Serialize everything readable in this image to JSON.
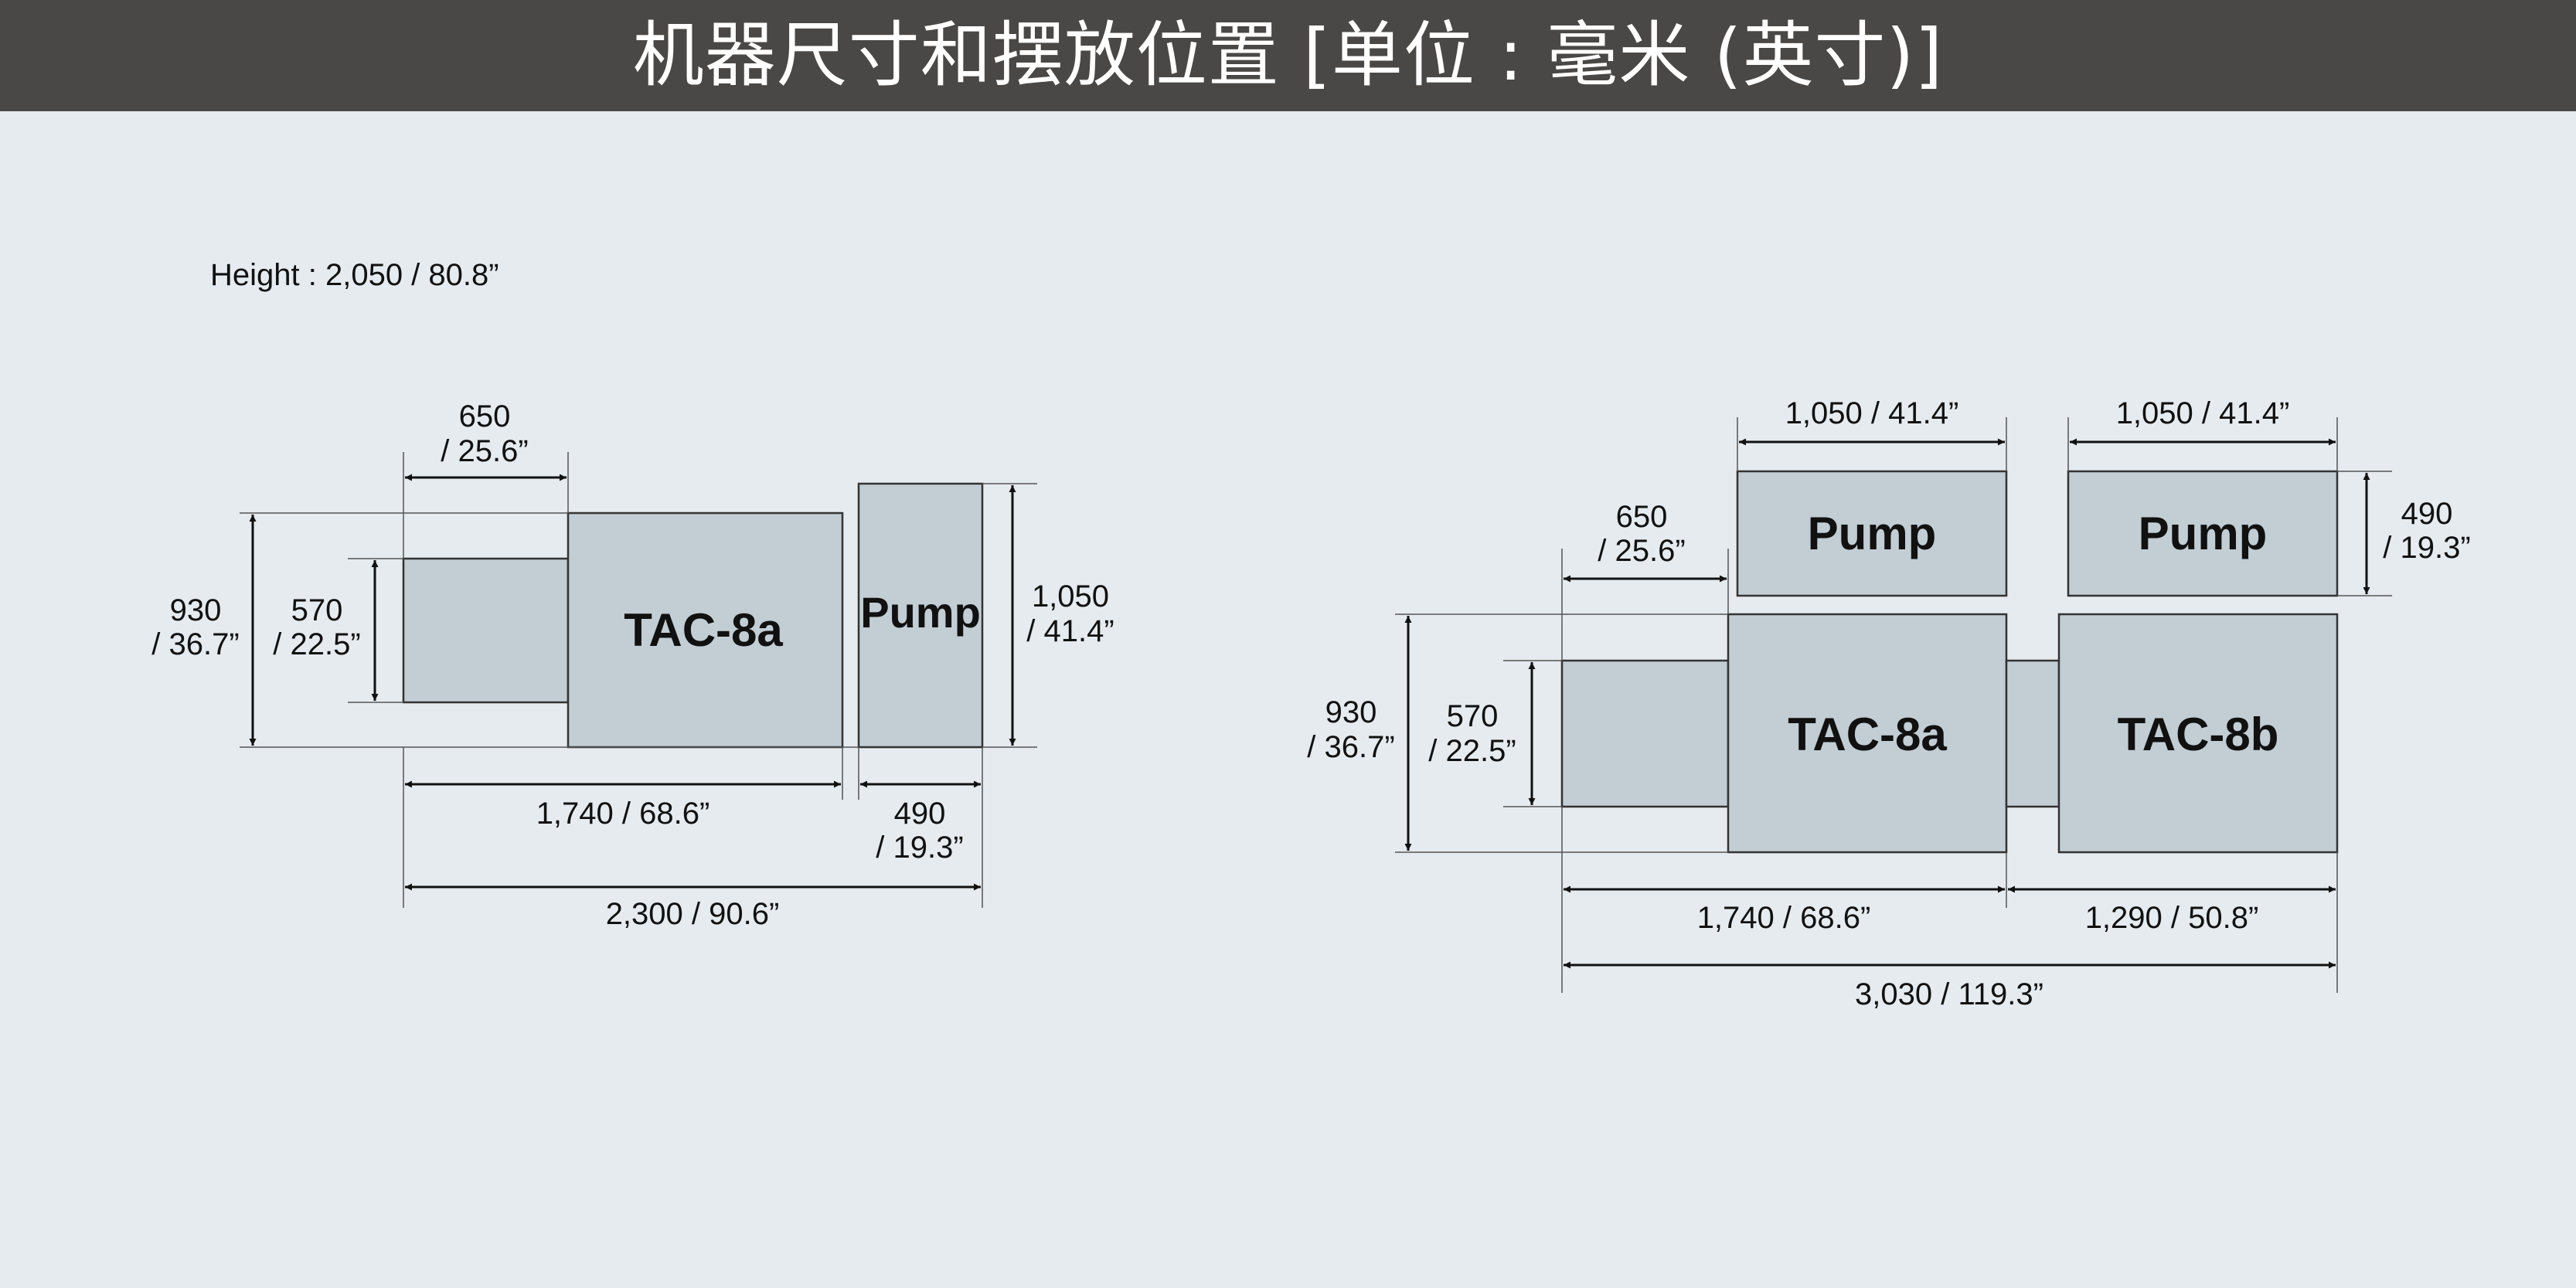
{
  "header": {
    "title": "机器尺寸和摆放位置 [单位 : 毫米 (英寸)]"
  },
  "left_layout": {
    "height_note": "Height : 2,050 / 80.8”",
    "tac_label": "TAC-8a",
    "pump_label": "Pump",
    "dim_650": [
      "650",
      "/ 25.6”"
    ],
    "dim_930": [
      "930",
      "/ 36.7”"
    ],
    "dim_570": [
      "570",
      "/ 22.5”"
    ],
    "dim_1050": [
      "1,050",
      "/ 41.4”"
    ],
    "dim_1740": "1,740 / 68.6”",
    "dim_490": [
      "490",
      "/ 19.3”"
    ],
    "dim_2300": "2,300 / 90.6”"
  },
  "right_layout": {
    "pump1_label": "Pump",
    "pump2_label": "Pump",
    "tac_a_label": "TAC-8a",
    "tac_b_label": "TAC-8b",
    "dim_pump1_width": "1,050 / 41.4”",
    "dim_pump2_width": "1,050 / 41.4”",
    "dim_490": [
      "490",
      "/ 19.3”"
    ],
    "dim_650": [
      "650",
      "/ 25.6”"
    ],
    "dim_930": [
      "930",
      "/ 36.7”"
    ],
    "dim_570": [
      "570",
      "/ 22.5”"
    ],
    "dim_1740": "1,740 / 68.6”",
    "dim_1290": "1,290 / 50.8”",
    "dim_3030": "3,030 / 119.3”"
  }
}
